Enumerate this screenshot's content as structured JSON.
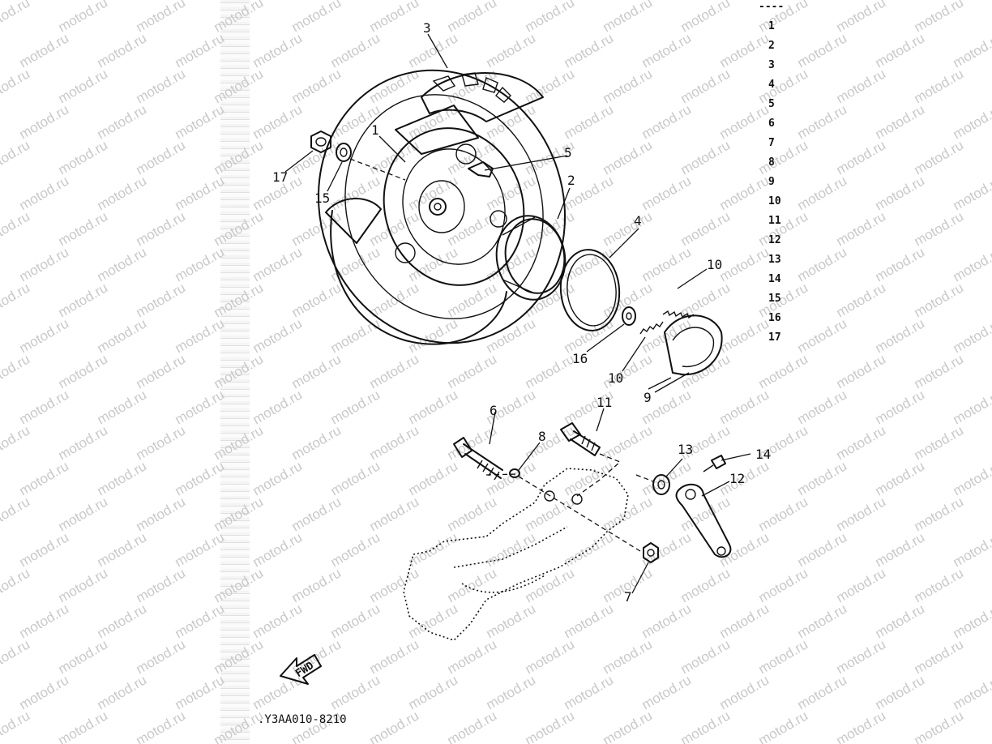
{
  "watermark": {
    "text": "motod.ru"
  },
  "diagram_code": ".Y3AA010-8210",
  "fwd_label": "FWD",
  "header_dashes": "----",
  "parts_index": [
    "1",
    "2",
    "3",
    "4",
    "5",
    "6",
    "7",
    "8",
    "9",
    "10",
    "11",
    "12",
    "13",
    "14",
    "15",
    "16",
    "17"
  ],
  "callouts": {
    "c1": "1",
    "c2": "2",
    "c3": "3",
    "c4": "4",
    "c5": "5",
    "c6": "6",
    "c7": "7",
    "c8": "8",
    "c9": "9",
    "c10a": "10",
    "c10b": "10",
    "c11": "11",
    "c12": "12",
    "c13": "13",
    "c14": "14",
    "c15": "15",
    "c16": "16",
    "c17": "17"
  }
}
